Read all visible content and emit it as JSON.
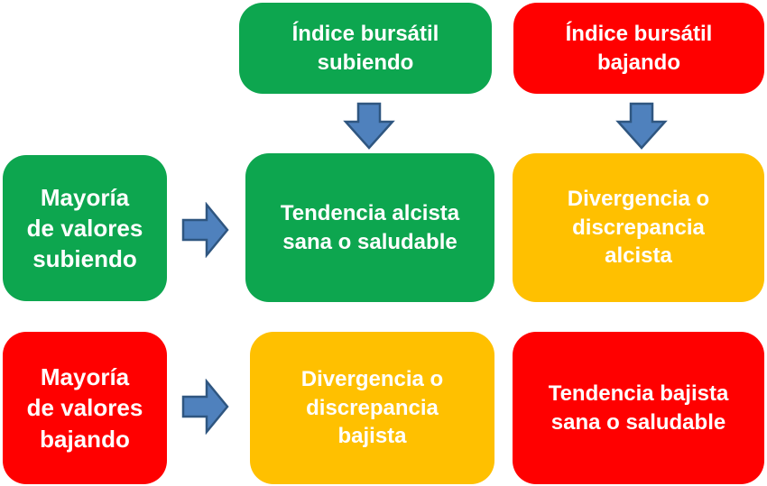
{
  "diagram": {
    "colors": {
      "green": "#0da64f",
      "red": "#ff0000",
      "yellow": "#ffc000",
      "arrow_fill": "#4f81bd",
      "arrow_border": "#2f5680",
      "text": "#ffffff",
      "background": "#ffffff"
    },
    "nodes": {
      "index_up": {
        "label": "Índice bursátil\nsubiendo",
        "color": "green"
      },
      "index_down": {
        "label": "Índice bursátil\nbajando",
        "color": "red"
      },
      "majority_up": {
        "label": "Mayoría\nde valores\nsubiendo",
        "color": "green"
      },
      "healthy_uptrend": {
        "label": "Tendencia alcista\nsana o saludable",
        "color": "green"
      },
      "bullish_divergence": {
        "label": "Divergencia o\ndiscrepancia\nalcista",
        "color": "yellow"
      },
      "majority_down": {
        "label": "Mayoría\nde valores\nbajando",
        "color": "red"
      },
      "bearish_divergence": {
        "label": "Divergencia o\ndiscrepancia\nbajista",
        "color": "yellow"
      },
      "healthy_downtrend": {
        "label": "Tendencia bajista\nsana o saludable",
        "color": "red"
      }
    },
    "arrows": [
      {
        "from": "index_up",
        "to": "healthy_uptrend",
        "direction": "down"
      },
      {
        "from": "index_down",
        "to": "bullish_divergence",
        "direction": "down"
      },
      {
        "from": "majority_up",
        "to": "healthy_uptrend",
        "direction": "right"
      },
      {
        "from": "majority_down",
        "to": "bearish_divergence",
        "direction": "right"
      }
    ]
  }
}
